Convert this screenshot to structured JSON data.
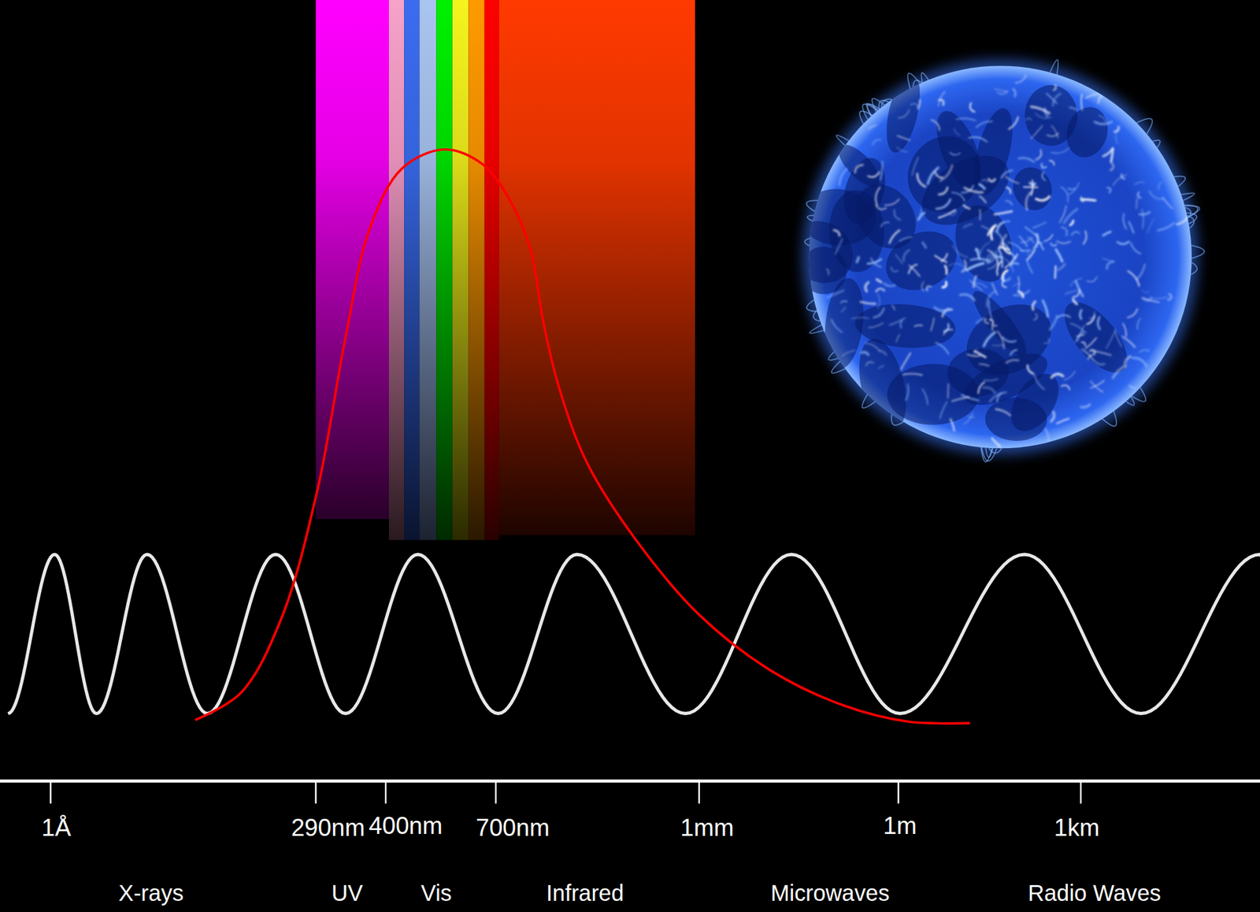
{
  "diagram": {
    "labels": [
      "1Å",
      "290nm",
      "400nm",
      "700nm",
      "1mm",
      "1m",
      "1km",
      "X-rays",
      "UV",
      "Vis",
      "Infrared",
      "Microwaves",
      "Radio Waves"
    ]
  }
}
